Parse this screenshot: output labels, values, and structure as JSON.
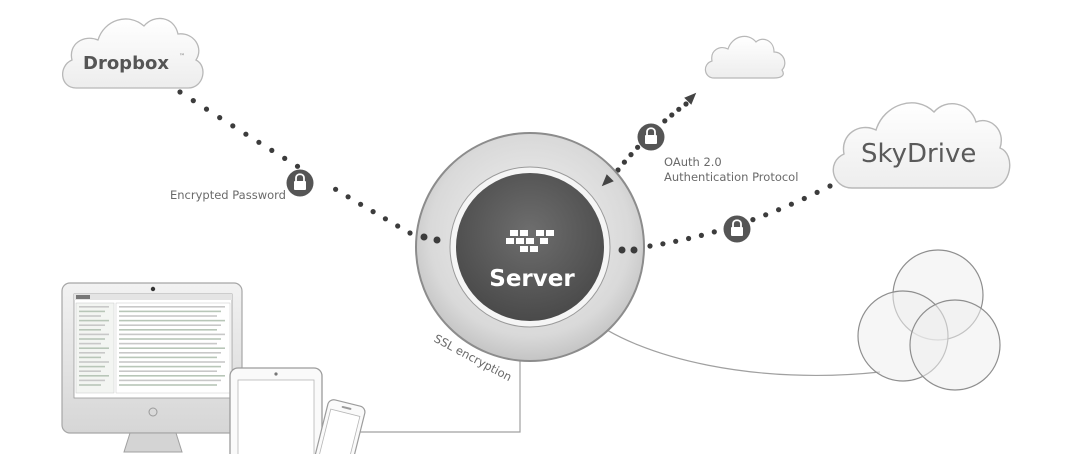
{
  "services": {
    "dropbox": "Dropbox",
    "dropbox_tm": "™",
    "skydrive": "SkyDrive",
    "skydrive_dot": "."
  },
  "labels": {
    "encrypted_password": "Encrypted Password",
    "oauth_line1": "OAuth 2.0",
    "oauth_line2": "Authentication Protocol",
    "ssl": "SSL encryption"
  },
  "server": {
    "label": "Server"
  },
  "colors": {
    "line": "#9a9a9a",
    "dot": "#3c3c3c",
    "lock_bg": "#555555",
    "server_core": "#5a5a5a",
    "ring": "#d8d8d8",
    "cloud_stroke": "#b9b9b9"
  },
  "icons": [
    "lock-icon",
    "arrow-icon",
    "server-logo-icon",
    "cloud-icon",
    "device-icon"
  ]
}
